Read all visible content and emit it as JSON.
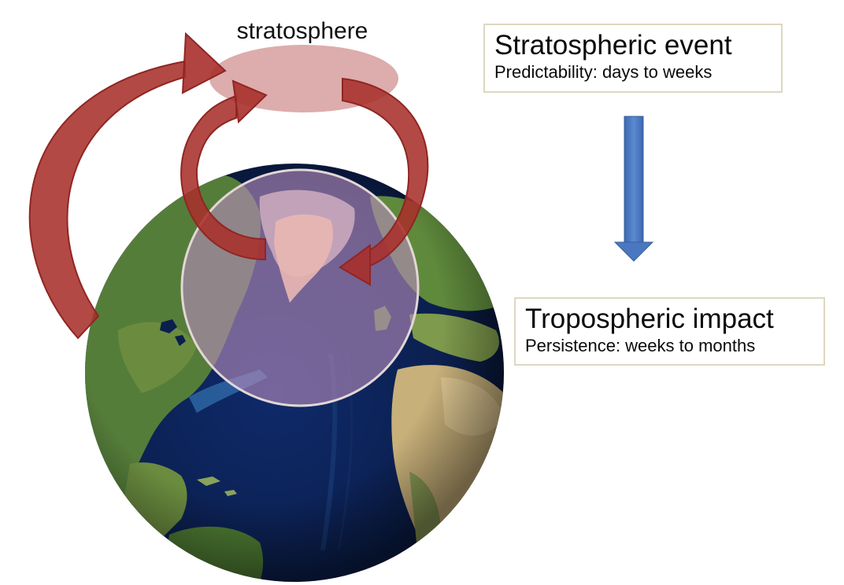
{
  "stratosphere_label": "stratosphere",
  "stratospheric_event": {
    "title": "Stratospheric event",
    "subtitle": "Predictability: days to weeks"
  },
  "tropospheric_impact": {
    "title": "Tropospheric impact",
    "subtitle": "Persistence: weeks to months"
  },
  "colors": {
    "arrow_red": "#a8302b",
    "arrow_blue": "#4a78c0",
    "stratosphere_ellipse": "#d9a3a3",
    "polar_overlay": "#b58ab8",
    "ocean": "#12285c",
    "land_green": "#4e7a36",
    "land_desert": "#c9b27c"
  },
  "icons": {
    "globe": "earth-globe-icon",
    "down_arrow": "arrow-down-icon"
  }
}
